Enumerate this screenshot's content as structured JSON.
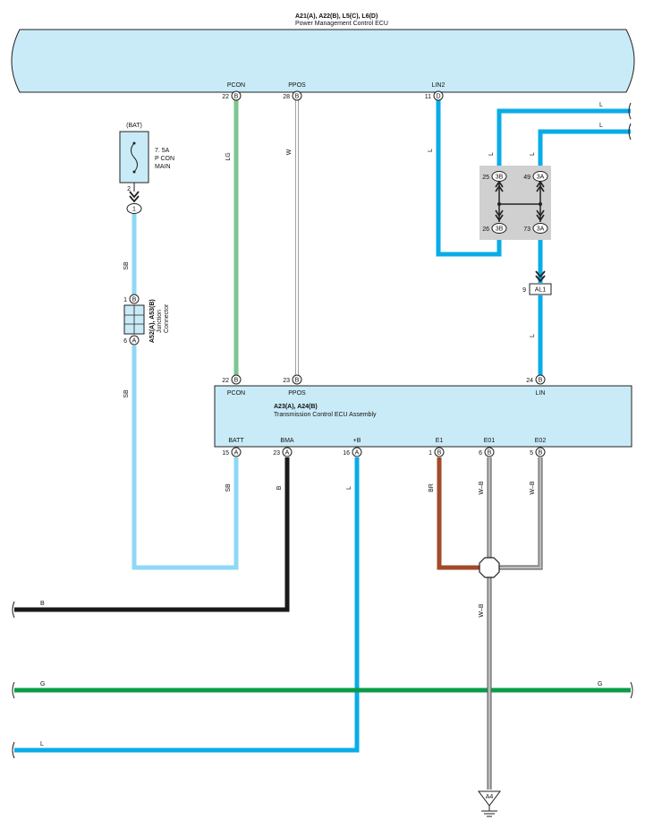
{
  "top_ecu": {
    "codes": "A21(A), A22(B), L5(C), L6(D)",
    "name": "Power Management Control ECU"
  },
  "tcu": {
    "codes": "A23(A), A24(B)",
    "name": "Transmission Control ECU Assembly"
  },
  "pins": {
    "top_pcon": {
      "label": "PCON",
      "num": "22",
      "conn": "B"
    },
    "top_ppos": {
      "label": "PPOS",
      "num": "28",
      "conn": "B"
    },
    "top_lin2": {
      "label": "LIN2",
      "num": "11",
      "conn": "D"
    },
    "tcu_pcon": {
      "label": "PCON",
      "num": "22",
      "conn": "B"
    },
    "tcu_ppos": {
      "label": "PPOS",
      "num": "23",
      "conn": "B"
    },
    "tcu_lin": {
      "label": "LIN",
      "num": "24",
      "conn": "B"
    },
    "batt": {
      "label": "BATT",
      "num": "15",
      "conn": "A"
    },
    "bma": {
      "label": "BMA",
      "num": "23",
      "conn": "A"
    },
    "plusb": {
      "label": "+B",
      "num": "16",
      "conn": "A"
    },
    "e1": {
      "label": "E1",
      "num": "1",
      "conn": "B"
    },
    "e01": {
      "label": "E01",
      "num": "6",
      "conn": "B"
    },
    "e02": {
      "label": "E02",
      "num": "5",
      "conn": "B"
    }
  },
  "fuse": {
    "source": "(BAT)",
    "rating": "7. 5A",
    "name_line1": "P CON",
    "name_line2": "MAIN",
    "pin": "2",
    "conn": "1"
  },
  "junction": {
    "codes": "A52(A), A53(B)",
    "name_line1": "Junction",
    "name_line2": "Connector",
    "pin_top": "1",
    "conn_top": "B",
    "pin_bottom": "6",
    "conn_bottom": "A"
  },
  "jbox": {
    "p25": "25",
    "c25": "3B",
    "p49": "49",
    "c49": "3A",
    "p26": "26",
    "c26": "3B",
    "p73": "73",
    "c73": "3A"
  },
  "al1": {
    "pin": "9",
    "label": "AL1"
  },
  "wire_colors": {
    "lg": "LG",
    "w": "W",
    "l": "L",
    "sb": "SB",
    "b": "B",
    "br": "BR",
    "wb": "W–B",
    "g": "G"
  },
  "ground": "A4",
  "colors": {
    "ecu_fill": "#c9ebf7",
    "lg": "#7cc492",
    "sb": "#8fd8f5",
    "l": "#0aace8",
    "b": "#1a1a1a",
    "br": "#a24a2a",
    "g": "#0a9a48",
    "jbox": "#d0d0d0"
  }
}
